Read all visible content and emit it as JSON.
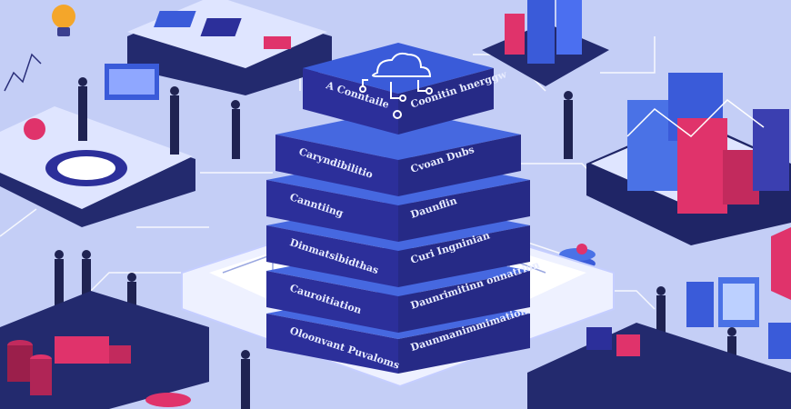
{
  "palette": {
    "background": "#c9d3f7",
    "platform_navy": "#232a6e",
    "platform_light": "#eef1ff",
    "tier_blue": "#3a5bd9",
    "tier_indigo": "#2c2f9a",
    "accent_pink": "#e0336b",
    "accent_orange": "#f4a62a",
    "accent_cyan": "#5ec8ff"
  },
  "central_stack": {
    "tiers": [
      {
        "left": "A   Conntaile",
        "right": "Coonitin hnerggw"
      },
      {
        "left": "Caryndibilitio",
        "right": "Cvoan Dubs"
      },
      {
        "left": "Canntiing",
        "right": "Daunflin"
      },
      {
        "left": "Dinmatsibidthas",
        "right": "Curi Ingninian"
      },
      {
        "left": "Cauroitiation",
        "right": "Daunrimitinn onnatrion"
      },
      {
        "left": "Oloonvant Puvaloms",
        "right": "Daunmanimmimation"
      }
    ]
  },
  "icons": {
    "cloud": "cloud-network-icon",
    "bulb": "lightbulb-icon",
    "database": "database-icon"
  }
}
